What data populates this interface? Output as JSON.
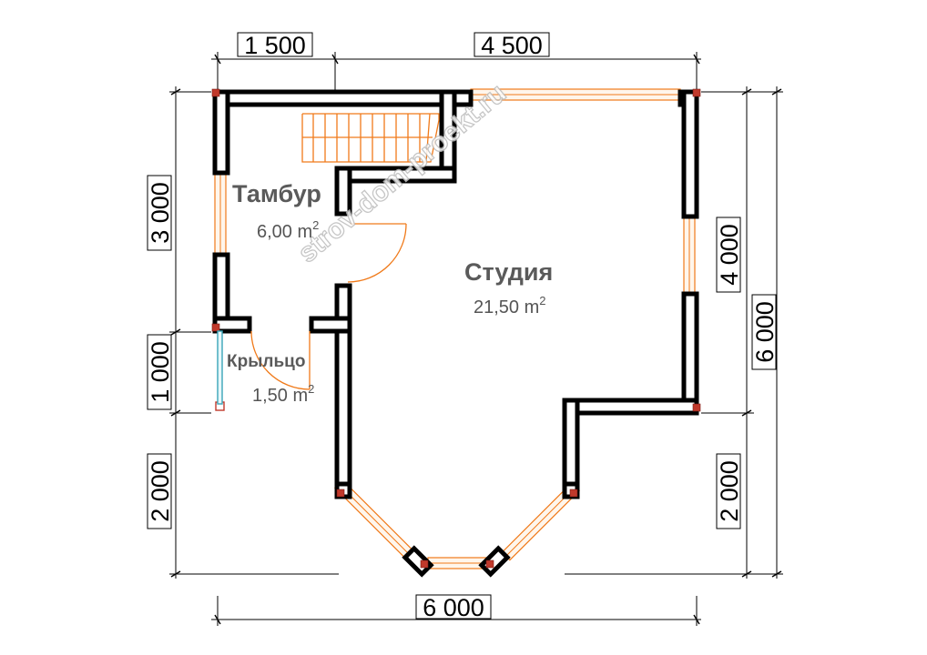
{
  "plan": {
    "dimensions": {
      "top_left": "1 500",
      "top_right": "4 500",
      "bottom": "6 000",
      "left_top": "3 000",
      "left_mid": "1 000",
      "left_bottom": "2 000",
      "right_top": "4 000",
      "right_bottom": "2 000",
      "right_total": "6 000"
    },
    "rooms": {
      "tambur": {
        "name": "Тамбур",
        "area": "6,00 m",
        "sup": "2"
      },
      "studio": {
        "name": "Студия",
        "area": "21,50 m",
        "sup": "2"
      },
      "porch": {
        "name": "Крыльцо",
        "area": "1,50 m",
        "sup": "2"
      }
    },
    "watermark": "strov-dom-proekt.ru"
  },
  "colors": {
    "wall": "#000000",
    "window": "#f07a1a",
    "corner": "#c0392b",
    "room_text": "#5a5a5a",
    "glass": "#3aa6b9"
  }
}
